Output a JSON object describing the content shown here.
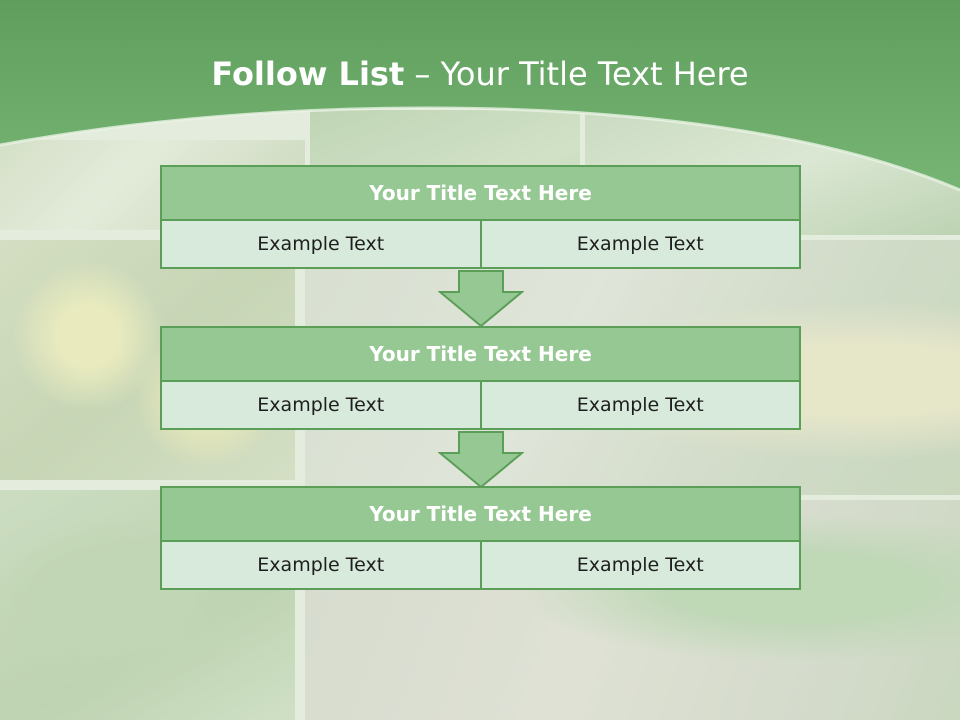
{
  "slide": {
    "title_bold": "Follow List",
    "title_rest": " – Your Title Text Here"
  },
  "colors": {
    "header_green": "#6fae6b",
    "block_title_bg": "#95c892",
    "block_border": "#5a9e57",
    "cell_bg": "#d7eadb"
  },
  "blocks": [
    {
      "title": "Your Title Text Here",
      "cells": [
        "Example Text",
        "Example Text"
      ]
    },
    {
      "title": "Your Title Text Here",
      "cells": [
        "Example Text",
        "Example Text"
      ]
    },
    {
      "title": "Your Title Text Here",
      "cells": [
        "Example Text",
        "Example Text"
      ]
    }
  ],
  "connectors": [
    "down-arrow-icon",
    "down-arrow-icon"
  ]
}
